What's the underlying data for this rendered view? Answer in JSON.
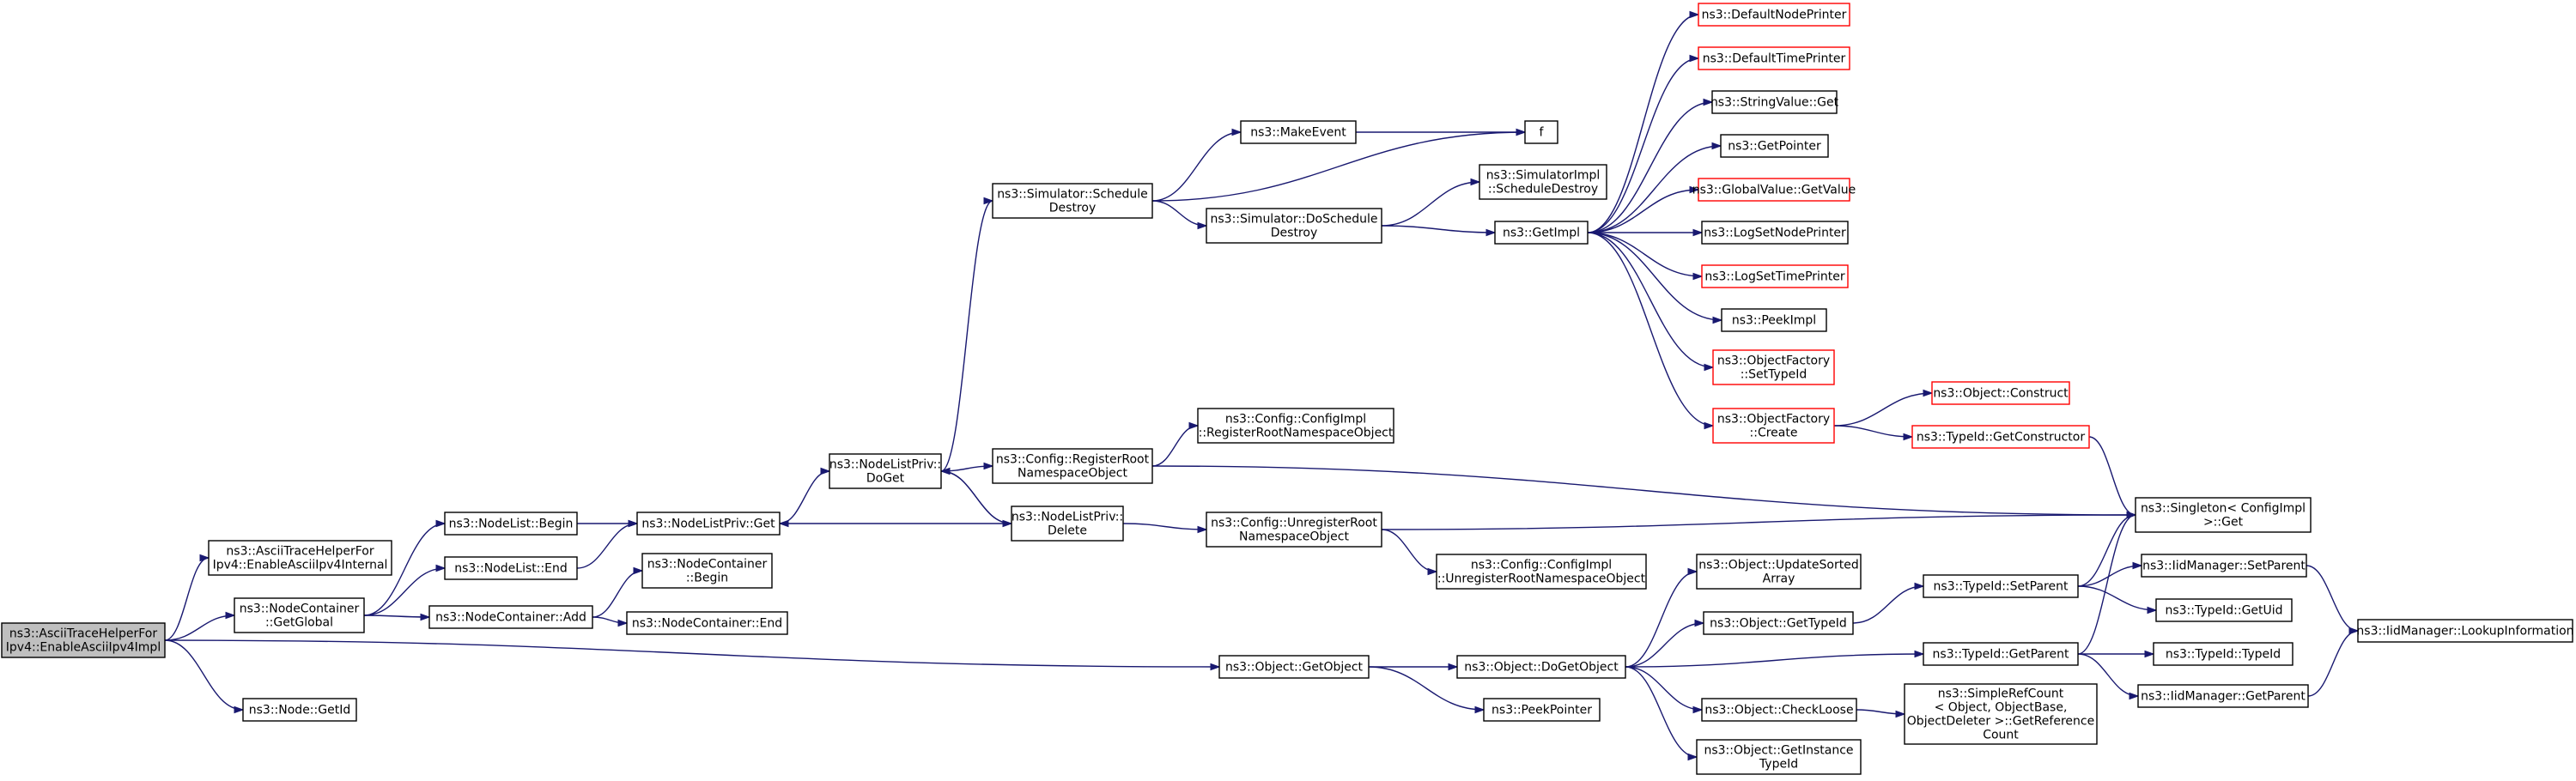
{
  "colors": {
    "edge": "#191970",
    "border_normal": "#000000",
    "border_truncated": "#ff0000",
    "root_fill": "#bfbfbf",
    "node_fill": "#ffffff"
  },
  "nodes": [
    {
      "id": "root",
      "lines": [
        "ns3::AsciiTraceHelperFor",
        "Ipv4::EnableAsciiIpv4Impl"
      ],
      "root": true
    },
    {
      "id": "enableInternal",
      "lines": [
        "ns3::AsciiTraceHelperFor",
        "Ipv4::EnableAsciiIpv4Internal"
      ]
    },
    {
      "id": "ncGetGlobal",
      "lines": [
        "ns3::NodeContainer",
        "::GetGlobal"
      ]
    },
    {
      "id": "nodeGetId",
      "lines": [
        "ns3::Node::GetId"
      ]
    },
    {
      "id": "nlBegin",
      "lines": [
        "ns3::NodeList::Begin"
      ]
    },
    {
      "id": "nlEnd",
      "lines": [
        "ns3::NodeList::End"
      ]
    },
    {
      "id": "ncAdd",
      "lines": [
        "ns3::NodeContainer::Add"
      ]
    },
    {
      "id": "ncBegin",
      "lines": [
        "ns3::NodeContainer",
        "::Begin"
      ]
    },
    {
      "id": "ncEnd",
      "lines": [
        "ns3::NodeContainer::End"
      ]
    },
    {
      "id": "nlpGet",
      "lines": [
        "ns3::NodeListPriv::Get"
      ]
    },
    {
      "id": "nlpDoGet",
      "lines": [
        "ns3::NodeListPriv::",
        "DoGet"
      ]
    },
    {
      "id": "nlpDelete",
      "lines": [
        "ns3::NodeListPriv::",
        "Delete"
      ]
    },
    {
      "id": "simSchedDestroy",
      "lines": [
        "ns3::Simulator::Schedule",
        "Destroy"
      ]
    },
    {
      "id": "cfgRegister",
      "lines": [
        "ns3::Config::RegisterRoot",
        "NamespaceObject"
      ]
    },
    {
      "id": "makeEvent",
      "lines": [
        "ns3::MakeEvent"
      ]
    },
    {
      "id": "simDoSched",
      "lines": [
        "ns3::Simulator::DoSchedule",
        "Destroy"
      ]
    },
    {
      "id": "cfgImplRegister",
      "lines": [
        "ns3::Config::ConfigImpl",
        "::RegisterRootNamespaceObject"
      ]
    },
    {
      "id": "cfgUnregister",
      "lines": [
        "ns3::Config::UnregisterRoot",
        "NamespaceObject"
      ]
    },
    {
      "id": "cfgImplUnregister",
      "lines": [
        "ns3::Config::ConfigImpl",
        "::UnregisterRootNamespaceObject"
      ]
    },
    {
      "id": "f",
      "lines": [
        "f"
      ]
    },
    {
      "id": "simImplSched",
      "lines": [
        "ns3::SimulatorImpl",
        "::ScheduleDestroy"
      ]
    },
    {
      "id": "getImpl",
      "lines": [
        "ns3::GetImpl"
      ]
    },
    {
      "id": "defNodePrinter",
      "lines": [
        "ns3::DefaultNodePrinter"
      ],
      "truncated": true
    },
    {
      "id": "defTimePrinter",
      "lines": [
        "ns3::DefaultTimePrinter"
      ],
      "truncated": true
    },
    {
      "id": "strValGet",
      "lines": [
        "ns3::StringValue::Get"
      ]
    },
    {
      "id": "getPointer",
      "lines": [
        "ns3::GetPointer"
      ]
    },
    {
      "id": "globalValGet",
      "lines": [
        "ns3::GlobalValue::GetValue"
      ],
      "truncated": true
    },
    {
      "id": "logSetNode",
      "lines": [
        "ns3::LogSetNodePrinter"
      ]
    },
    {
      "id": "logSetTime",
      "lines": [
        "ns3::LogSetTimePrinter"
      ],
      "truncated": true
    },
    {
      "id": "peekImpl",
      "lines": [
        "ns3::PeekImpl"
      ]
    },
    {
      "id": "ofSetTypeId",
      "lines": [
        "ns3::ObjectFactory",
        "::SetTypeId"
      ],
      "truncated": true
    },
    {
      "id": "ofCreate",
      "lines": [
        "ns3::ObjectFactory",
        "::Create"
      ],
      "truncated": true
    },
    {
      "id": "objConstruct",
      "lines": [
        "ns3::Object::Construct"
      ],
      "truncated": true
    },
    {
      "id": "tidGetCtor",
      "lines": [
        "ns3::TypeId::GetConstructor"
      ],
      "truncated": true
    },
    {
      "id": "singletonGet",
      "lines": [
        "ns3::Singleton< ConfigImpl",
        " >::Get"
      ]
    },
    {
      "id": "objGetObject",
      "lines": [
        "ns3::Object::GetObject"
      ]
    },
    {
      "id": "objDoGetObject",
      "lines": [
        "ns3::Object::DoGetObject"
      ]
    },
    {
      "id": "peekPointer",
      "lines": [
        "ns3::PeekPointer"
      ]
    },
    {
      "id": "objUpdateSorted",
      "lines": [
        "ns3::Object::UpdateSorted",
        "Array"
      ]
    },
    {
      "id": "objGetTypeId",
      "lines": [
        "ns3::Object::GetTypeId"
      ]
    },
    {
      "id": "objCheckLoose",
      "lines": [
        "ns3::Object::CheckLoose"
      ]
    },
    {
      "id": "objGetInstTid",
      "lines": [
        "ns3::Object::GetInstance",
        "TypeId"
      ]
    },
    {
      "id": "tidSetParent",
      "lines": [
        "ns3::TypeId::SetParent"
      ]
    },
    {
      "id": "tidGetParent",
      "lines": [
        "ns3::TypeId::GetParent"
      ]
    },
    {
      "id": "srcGetRef",
      "lines": [
        "ns3::SimpleRefCount",
        "< Object, ObjectBase,",
        " ObjectDeleter >::GetReference",
        "Count"
      ]
    },
    {
      "id": "iidSetParent",
      "lines": [
        "ns3::IidManager::SetParent"
      ]
    },
    {
      "id": "tidGetUid",
      "lines": [
        "ns3::TypeId::GetUid"
      ]
    },
    {
      "id": "tidTypeId",
      "lines": [
        "ns3::TypeId::TypeId"
      ]
    },
    {
      "id": "iidGetParent",
      "lines": [
        "ns3::IidManager::GetParent"
      ]
    },
    {
      "id": "iidLookup",
      "lines": [
        "ns3::IidManager::LookupInformation"
      ]
    }
  ],
  "edges": [
    [
      "root",
      "enableInternal"
    ],
    [
      "root",
      "ncGetGlobal"
    ],
    [
      "root",
      "nodeGetId"
    ],
    [
      "root",
      "objGetObject"
    ],
    [
      "ncGetGlobal",
      "nlBegin"
    ],
    [
      "ncGetGlobal",
      "nlEnd"
    ],
    [
      "ncGetGlobal",
      "ncAdd"
    ],
    [
      "ncAdd",
      "ncBegin"
    ],
    [
      "ncAdd",
      "ncEnd"
    ],
    [
      "nlBegin",
      "nlpGet"
    ],
    [
      "nlEnd",
      "nlpGet"
    ],
    [
      "nlpGet",
      "nlpDoGet"
    ],
    [
      "nlpDoGet",
      "simSchedDestroy"
    ],
    [
      "nlpDoGet",
      "cfgRegister"
    ],
    [
      "nlpDoGet",
      "nlpDelete"
    ],
    [
      "nlpDelete",
      "nlpGet"
    ],
    [
      "nlpDelete",
      "nlpDoGet"
    ],
    [
      "nlpDelete",
      "cfgUnregister"
    ],
    [
      "simSchedDestroy",
      "makeEvent"
    ],
    [
      "simSchedDestroy",
      "f"
    ],
    [
      "simSchedDestroy",
      "simDoSched"
    ],
    [
      "makeEvent",
      "f"
    ],
    [
      "simDoSched",
      "simImplSched"
    ],
    [
      "simDoSched",
      "getImpl"
    ],
    [
      "cfgRegister",
      "cfgImplRegister"
    ],
    [
      "cfgRegister",
      "singletonGet"
    ],
    [
      "cfgUnregister",
      "singletonGet"
    ],
    [
      "cfgUnregister",
      "cfgImplUnregister"
    ],
    [
      "getImpl",
      "defNodePrinter"
    ],
    [
      "getImpl",
      "defTimePrinter"
    ],
    [
      "getImpl",
      "strValGet"
    ],
    [
      "getImpl",
      "getPointer"
    ],
    [
      "getImpl",
      "globalValGet"
    ],
    [
      "getImpl",
      "logSetNode"
    ],
    [
      "getImpl",
      "logSetTime"
    ],
    [
      "getImpl",
      "peekImpl"
    ],
    [
      "getImpl",
      "ofSetTypeId"
    ],
    [
      "getImpl",
      "ofCreate"
    ],
    [
      "ofCreate",
      "objConstruct"
    ],
    [
      "ofCreate",
      "tidGetCtor"
    ],
    [
      "tidGetCtor",
      "singletonGet"
    ],
    [
      "objGetObject",
      "objDoGetObject"
    ],
    [
      "objGetObject",
      "peekPointer"
    ],
    [
      "objDoGetObject",
      "objUpdateSorted"
    ],
    [
      "objDoGetObject",
      "objGetTypeId"
    ],
    [
      "objDoGetObject",
      "tidGetParent"
    ],
    [
      "objDoGetObject",
      "objCheckLoose"
    ],
    [
      "objDoGetObject",
      "objGetInstTid"
    ],
    [
      "objGetTypeId",
      "tidSetParent"
    ],
    [
      "objCheckLoose",
      "srcGetRef"
    ],
    [
      "tidSetParent",
      "singletonGet"
    ],
    [
      "tidSetParent",
      "iidSetParent"
    ],
    [
      "tidSetParent",
      "tidGetUid"
    ],
    [
      "tidGetParent",
      "singletonGet"
    ],
    [
      "tidGetParent",
      "tidTypeId"
    ],
    [
      "tidGetParent",
      "iidGetParent"
    ],
    [
      "iidSetParent",
      "iidLookup"
    ],
    [
      "iidGetParent",
      "iidLookup"
    ]
  ]
}
